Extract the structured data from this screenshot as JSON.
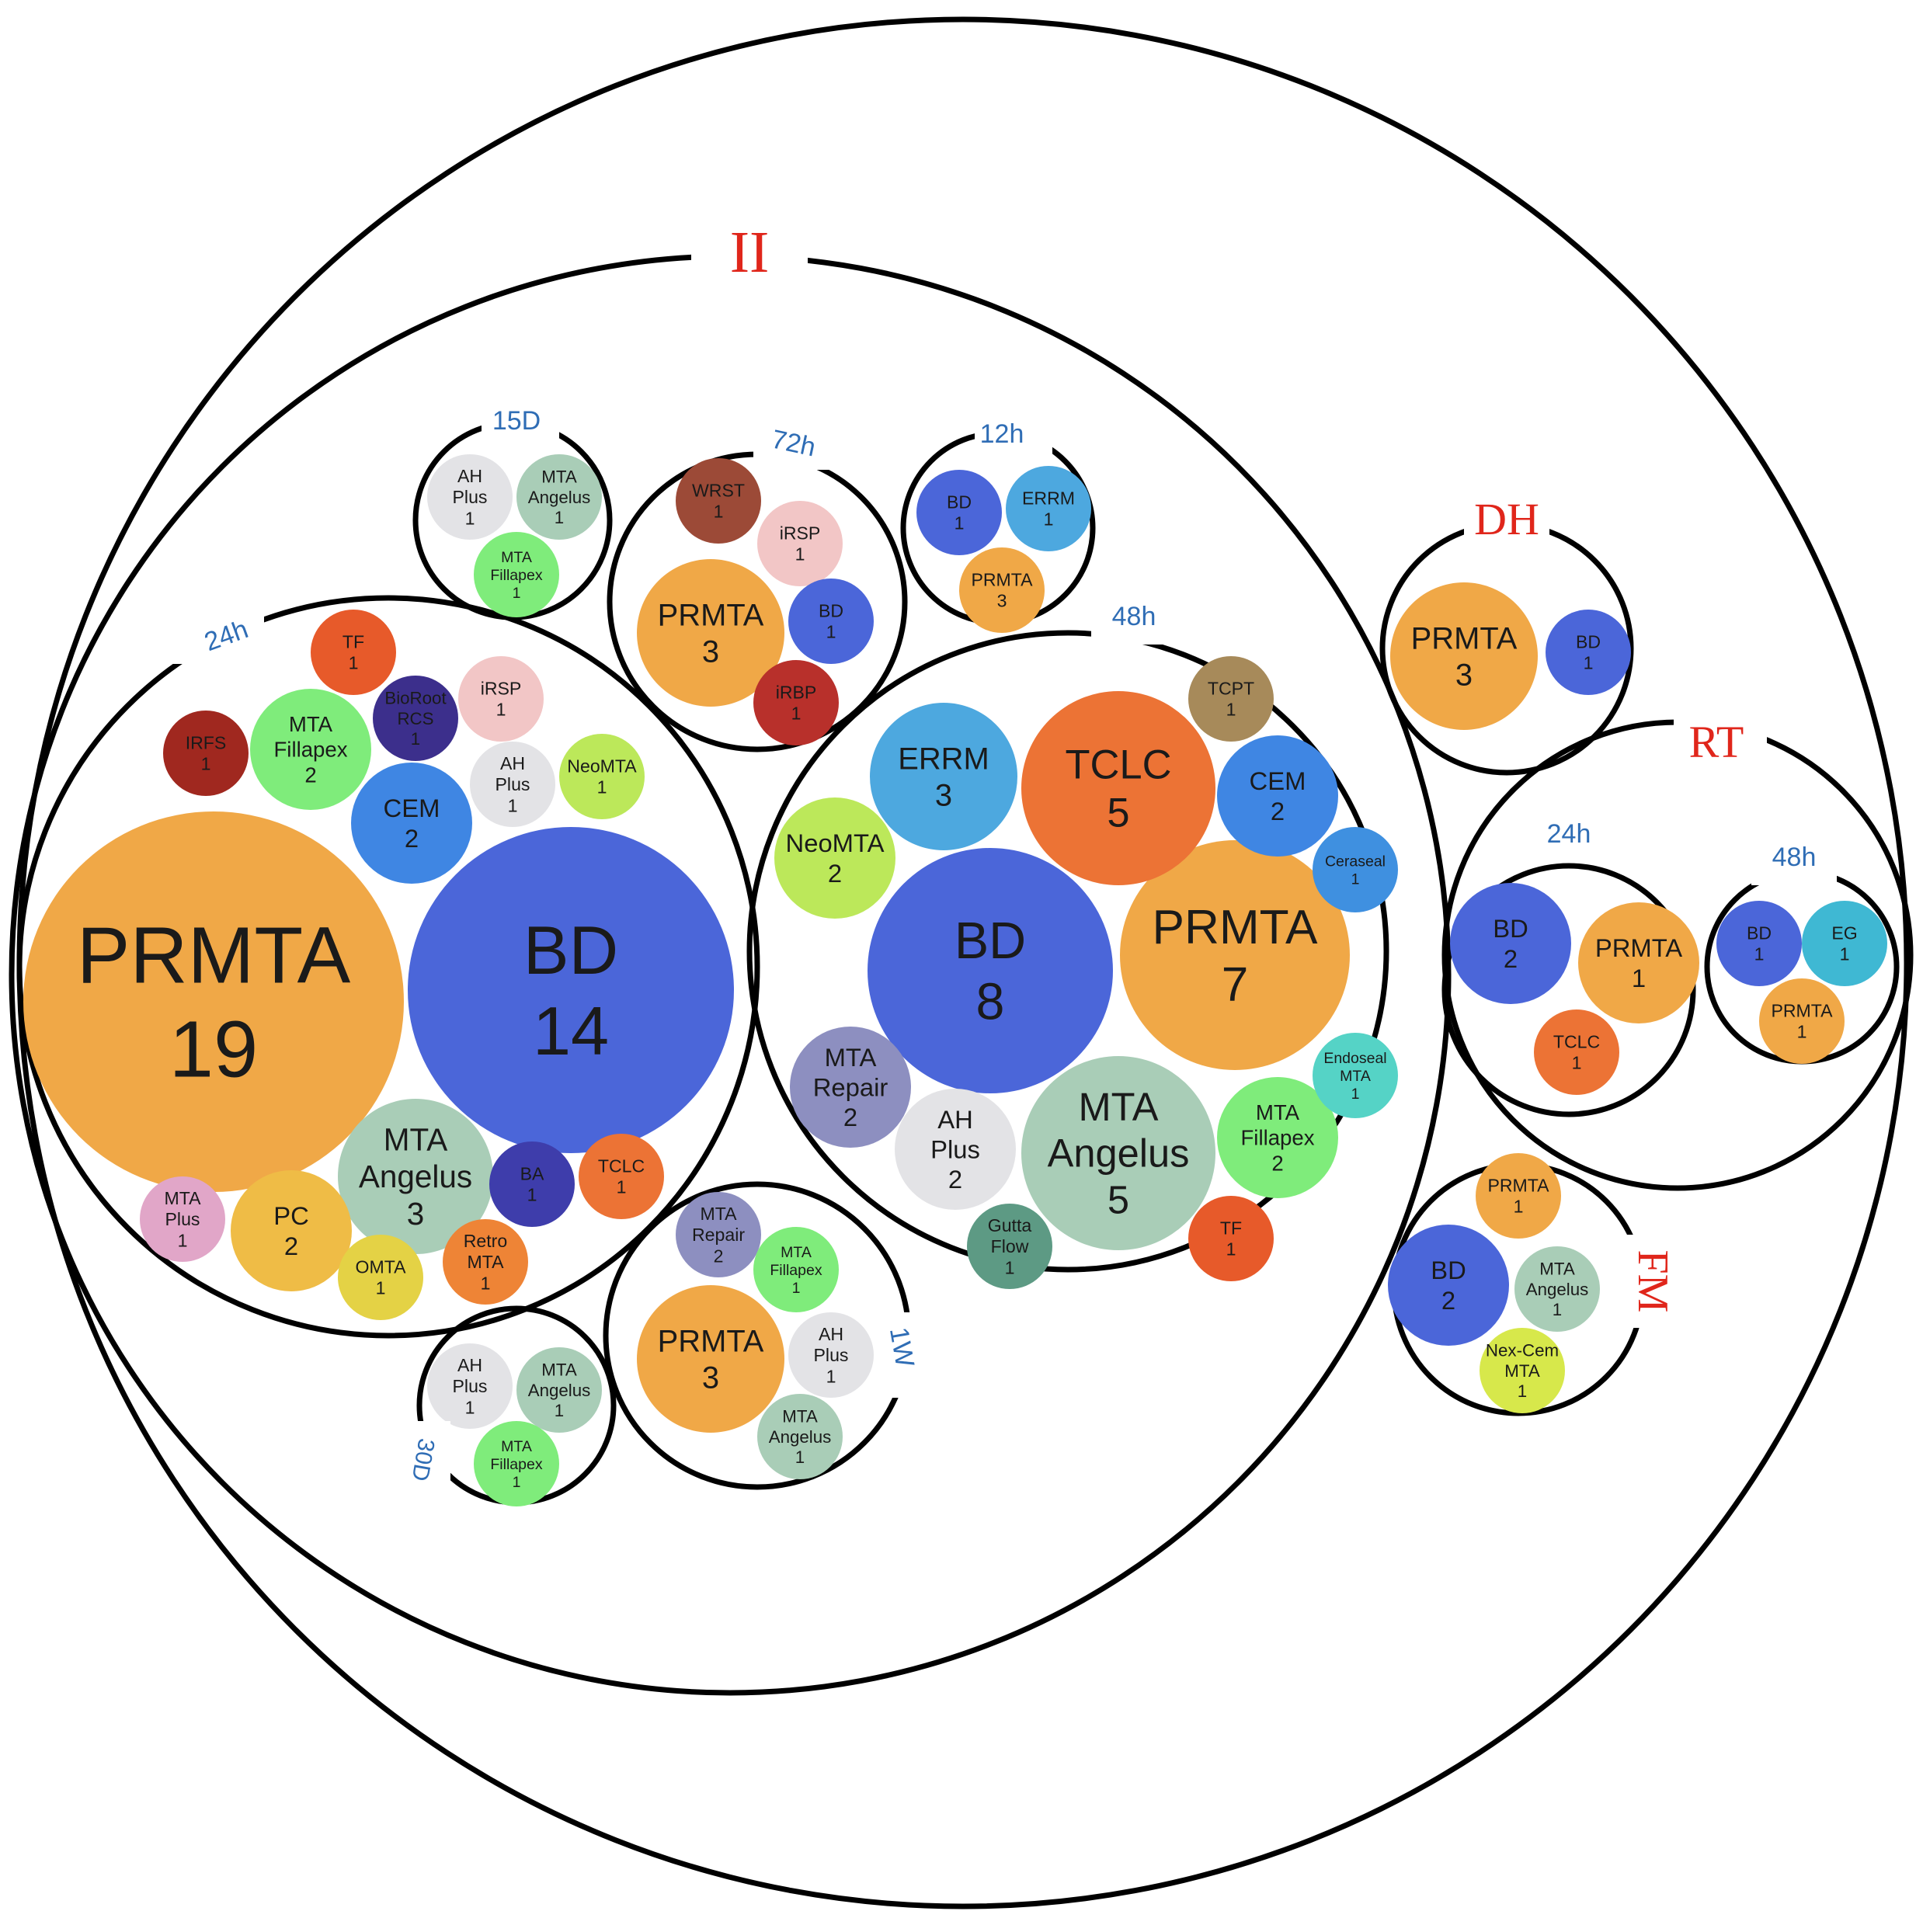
{
  "categories": {
    "II": "II",
    "DH": "DH",
    "RT": "RT",
    "FM": "FM"
  },
  "groups": {
    "ii_24h": "24h",
    "ii_48h": "48h",
    "ii_12h": "12h",
    "ii_72h": "72h",
    "ii_15D": "15D",
    "ii_30D": "30D",
    "ii_1W": "1W",
    "rt_24h": "24h",
    "rt_48h": "48h"
  },
  "colors": {
    "PRMTA": "#f0a847",
    "BD": "#4b66d9",
    "CEM": "#3f86e3",
    "MTA Angelus": "#a9cdb7",
    "MTA Fillapex": "#7fec7b",
    "AH Plus": "#e3e3e6",
    "TF": "#e75a2a",
    "TCLC": "#ec7335",
    "iRSP": "#f2c6c6",
    "iRBP": "#b8302b",
    "IRFS": "#a0281f",
    "WRST": "#9c4a37",
    "BioRoot RCS": "#3c2f8c",
    "NeoMTA": "#bce85a",
    "ERRM": "#4da8df",
    "MTA Plus": "#e1a6c8",
    "PC": "#efbc46",
    "OMTA": "#e4d245",
    "Retro MTA": "#ee8436",
    "BA": "#3e3dab",
    "MTA Repair": "#8d8fc0",
    "TCPT": "#a78a5a",
    "Ceraseal": "#3f90e0",
    "Endoseal MTA": "#55d3c6",
    "Gutta Flow": "#5d9a84",
    "EG": "#3fb8d3",
    "Nex-Cem MTA": "#d7e84b"
  },
  "bubbles": [
    {
      "id": "g24-prmta",
      "group": "ii_24h",
      "lines": [
        "PRMTA",
        "19"
      ],
      "value": 19
    },
    {
      "id": "g24-bd",
      "group": "ii_24h",
      "lines": [
        "BD",
        "14"
      ],
      "value": 14
    },
    {
      "id": "g24-cem",
      "group": "ii_24h",
      "lines": [
        "CEM",
        "2"
      ],
      "value": 2
    },
    {
      "id": "g24-mtaang",
      "group": "ii_24h",
      "lines": [
        "MTA",
        "Angelus",
        "3"
      ],
      "value": 3
    },
    {
      "id": "g24-fillapex",
      "group": "ii_24h",
      "lines": [
        "MTA",
        "Fillapex",
        "2"
      ],
      "value": 2
    },
    {
      "id": "g24-tf",
      "group": "ii_24h",
      "lines": [
        "TF",
        "1"
      ],
      "value": 1
    },
    {
      "id": "g24-irfs",
      "group": "ii_24h",
      "lines": [
        "IRFS",
        "1"
      ],
      "value": 1
    },
    {
      "id": "g24-bioroot",
      "group": "ii_24h",
      "lines": [
        "BioRoot",
        "RCS",
        "1"
      ],
      "value": 1
    },
    {
      "id": "g24-irsp",
      "group": "ii_24h",
      "lines": [
        "iRSP",
        "1"
      ],
      "value": 1
    },
    {
      "id": "g24-ahplus",
      "group": "ii_24h",
      "lines": [
        "AH",
        "Plus",
        "1"
      ],
      "value": 1
    },
    {
      "id": "g24-neomta",
      "group": "ii_24h",
      "lines": [
        "NeoMTA",
        "1"
      ],
      "value": 1
    },
    {
      "id": "g24-mtaplus",
      "group": "ii_24h",
      "lines": [
        "MTA",
        "Plus",
        "1"
      ],
      "value": 1
    },
    {
      "id": "g24-pc",
      "group": "ii_24h",
      "lines": [
        "PC",
        "2"
      ],
      "value": 2
    },
    {
      "id": "g24-omta",
      "group": "ii_24h",
      "lines": [
        "OMTA",
        "1"
      ],
      "value": 1
    },
    {
      "id": "g24-retro",
      "group": "ii_24h",
      "lines": [
        "Retro",
        "MTA",
        "1"
      ],
      "value": 1
    },
    {
      "id": "g24-ba",
      "group": "ii_24h",
      "lines": [
        "BA",
        "1"
      ],
      "value": 1
    },
    {
      "id": "g24-tclc",
      "group": "ii_24h",
      "lines": [
        "TCLC",
        "1"
      ],
      "value": 1
    },
    {
      "id": "g48-bd",
      "group": "ii_48h",
      "lines": [
        "BD",
        "8"
      ],
      "value": 8
    },
    {
      "id": "g48-prmta",
      "group": "ii_48h",
      "lines": [
        "PRMTA",
        "7"
      ],
      "value": 7
    },
    {
      "id": "g48-tclc",
      "group": "ii_48h",
      "lines": [
        "TCLC",
        "5"
      ],
      "value": 5
    },
    {
      "id": "g48-errm",
      "group": "ii_48h",
      "lines": [
        "ERRM",
        "3"
      ],
      "value": 3
    },
    {
      "id": "g48-tcpt",
      "group": "ii_48h",
      "lines": [
        "TCPT",
        "1"
      ],
      "value": 1
    },
    {
      "id": "g48-cem",
      "group": "ii_48h",
      "lines": [
        "CEM",
        "2"
      ],
      "value": 2
    },
    {
      "id": "g48-ceraseal",
      "group": "ii_48h",
      "lines": [
        "Ceraseal",
        "1"
      ],
      "value": 1
    },
    {
      "id": "g48-neomta",
      "group": "ii_48h",
      "lines": [
        "NeoMTA",
        "2"
      ],
      "value": 2
    },
    {
      "id": "g48-mtarepair",
      "group": "ii_48h",
      "lines": [
        "MTA",
        "Repair",
        "2"
      ],
      "value": 2
    },
    {
      "id": "g48-ahplus",
      "group": "ii_48h",
      "lines": [
        "AH",
        "Plus",
        "2"
      ],
      "value": 2
    },
    {
      "id": "g48-mtaang",
      "group": "ii_48h",
      "lines": [
        "MTA",
        "Angelus",
        "5"
      ],
      "value": 5
    },
    {
      "id": "g48-gutta",
      "group": "ii_48h",
      "lines": [
        "Gutta",
        "Flow",
        "1"
      ],
      "value": 1
    },
    {
      "id": "g48-fillapex",
      "group": "ii_48h",
      "lines": [
        "MTA",
        "Fillapex",
        "2"
      ],
      "value": 2
    },
    {
      "id": "g48-endoseal",
      "group": "ii_48h",
      "lines": [
        "Endoseal",
        "MTA",
        "1"
      ],
      "value": 1
    },
    {
      "id": "g48-tf",
      "group": "ii_48h",
      "lines": [
        "TF",
        "1"
      ],
      "value": 1
    },
    {
      "id": "g72-wrst",
      "group": "ii_72h",
      "lines": [
        "WRST",
        "1"
      ],
      "value": 1
    },
    {
      "id": "g72-irsp",
      "group": "ii_72h",
      "lines": [
        "iRSP",
        "1"
      ],
      "value": 1
    },
    {
      "id": "g72-prmta",
      "group": "ii_72h",
      "lines": [
        "PRMTA",
        "3"
      ],
      "value": 3
    },
    {
      "id": "g72-bd",
      "group": "ii_72h",
      "lines": [
        "BD",
        "1"
      ],
      "value": 1
    },
    {
      "id": "g72-irbp",
      "group": "ii_72h",
      "lines": [
        "iRBP",
        "1"
      ],
      "value": 1
    },
    {
      "id": "g12-bd",
      "group": "ii_12h",
      "lines": [
        "BD",
        "1"
      ],
      "value": 1
    },
    {
      "id": "g12-errm",
      "group": "ii_12h",
      "lines": [
        "ERRM",
        "1"
      ],
      "value": 1
    },
    {
      "id": "g12-prmta",
      "group": "ii_12h",
      "lines": [
        "PRMTA",
        "3"
      ],
      "value": 3
    },
    {
      "id": "g15-ahplus",
      "group": "ii_15D",
      "lines": [
        "AH",
        "Plus",
        "1"
      ],
      "value": 1
    },
    {
      "id": "g15-mtaang",
      "group": "ii_15D",
      "lines": [
        "MTA",
        "Angelus",
        "1"
      ],
      "value": 1
    },
    {
      "id": "g15-fillapex",
      "group": "ii_15D",
      "lines": [
        "MTA",
        "Fillapex",
        "1"
      ],
      "value": 1
    },
    {
      "id": "g1w-mtarepair",
      "group": "ii_1W",
      "lines": [
        "MTA",
        "Repair",
        "2"
      ],
      "value": 2
    },
    {
      "id": "g1w-fillapex",
      "group": "ii_1W",
      "lines": [
        "MTA",
        "Fillapex",
        "1"
      ],
      "value": 1
    },
    {
      "id": "g1w-prmta",
      "group": "ii_1W",
      "lines": [
        "PRMTA",
        "3"
      ],
      "value": 3
    },
    {
      "id": "g1w-ahplus",
      "group": "ii_1W",
      "lines": [
        "AH",
        "Plus",
        "1"
      ],
      "value": 1
    },
    {
      "id": "g1w-mtaang",
      "group": "ii_1W",
      "lines": [
        "MTA",
        "Angelus",
        "1"
      ],
      "value": 1
    },
    {
      "id": "g30-ahplus",
      "group": "ii_30D",
      "lines": [
        "AH",
        "Plus",
        "1"
      ],
      "value": 1
    },
    {
      "id": "g30-mtaang",
      "group": "ii_30D",
      "lines": [
        "MTA",
        "Angelus",
        "1"
      ],
      "value": 1
    },
    {
      "id": "g30-fillapex",
      "group": "ii_30D",
      "lines": [
        "MTA",
        "Fillapex",
        "1"
      ],
      "value": 1
    },
    {
      "id": "dh-prmta",
      "group": "DH",
      "lines": [
        "PRMTA",
        "3"
      ],
      "value": 3
    },
    {
      "id": "dh-bd",
      "group": "DH",
      "lines": [
        "BD",
        "1"
      ],
      "value": 1
    },
    {
      "id": "rt24-bd",
      "group": "rt_24h",
      "lines": [
        "BD",
        "2"
      ],
      "value": 2
    },
    {
      "id": "rt24-prmta",
      "group": "rt_24h",
      "lines": [
        "PRMTA",
        "1"
      ],
      "value": 1
    },
    {
      "id": "rt24-tclc",
      "group": "rt_24h",
      "lines": [
        "TCLC",
        "1"
      ],
      "value": 1
    },
    {
      "id": "rt48-bd",
      "group": "rt_48h",
      "lines": [
        "BD",
        "1"
      ],
      "value": 1
    },
    {
      "id": "rt48-eg",
      "group": "rt_48h",
      "lines": [
        "EG",
        "1"
      ],
      "value": 1
    },
    {
      "id": "rt48-prmta",
      "group": "rt_48h",
      "lines": [
        "PRMTA",
        "1"
      ],
      "value": 1
    },
    {
      "id": "fm-prmta",
      "group": "FM",
      "lines": [
        "PRMTA",
        "1"
      ],
      "value": 1
    },
    {
      "id": "fm-bd",
      "group": "FM",
      "lines": [
        "BD",
        "2"
      ],
      "value": 2
    },
    {
      "id": "fm-mtaang",
      "group": "FM",
      "lines": [
        "MTA",
        "Angelus",
        "1"
      ],
      "value": 1
    },
    {
      "id": "fm-nexcem",
      "group": "FM",
      "lines": [
        "Nex-Cem",
        "MTA",
        "1"
      ],
      "value": 1
    }
  ]
}
